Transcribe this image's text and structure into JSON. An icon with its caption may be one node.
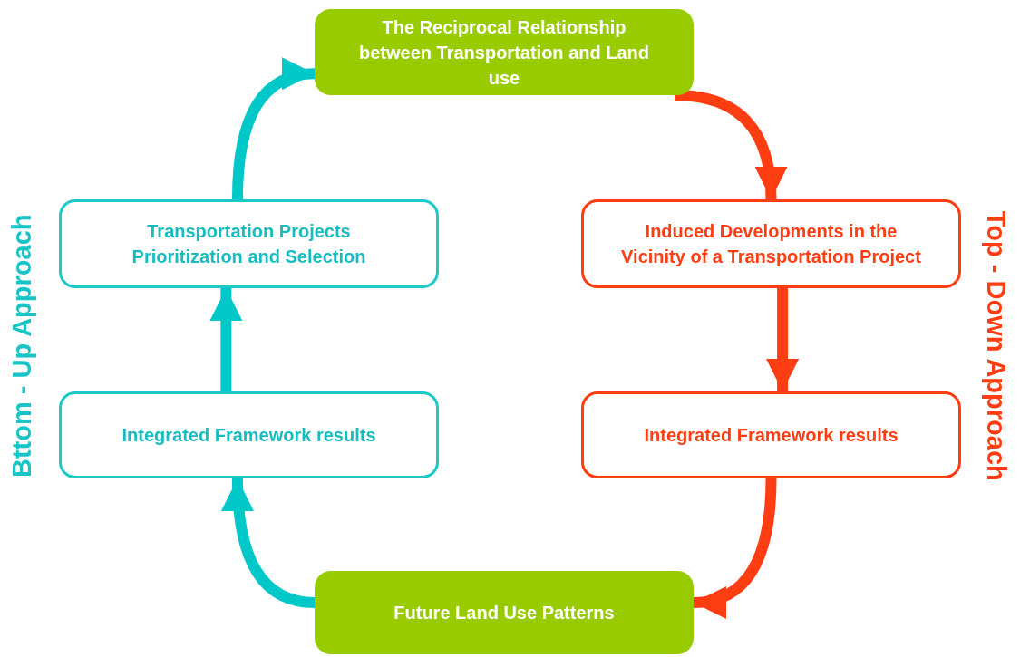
{
  "diagram": {
    "nodes": [
      {
        "text": [
          "The Reciprocal Relationship between Transportation and Land use"
        ]
      },
      {
        "text": [
          "Transportation Projects Prioritization and Selection"
        ]
      },
      {
        "text": [
          "Induced Developments in the Vicinity of a Transportation Project"
        ]
      },
      {
        "text": [
          "Integrated Framework results"
        ]
      },
      {
        "text": [
          "Integrated Framework results"
        ]
      },
      {
        "text": [
          "Future Land Use Patterns"
        ]
      }
    ],
    "edges": [
      {
        "from": 0,
        "to": 2,
        "arrow": "to",
        "color": "#ff3d12"
      },
      {
        "from": 2,
        "to": 4,
        "arrow": "to",
        "color": "#ff3d12"
      },
      {
        "from": 4,
        "to": 5,
        "arrow": "to",
        "color": "#ff3d12"
      },
      {
        "from": 5,
        "to": 3,
        "arrow": "to",
        "color": "#00c8c8"
      },
      {
        "from": 3,
        "to": 1,
        "arrow": "to",
        "color": "#00c8c8"
      },
      {
        "from": 1,
        "to": 0,
        "arrow": "to",
        "color": "#00c8c8"
      }
    ],
    "labels": [
      "Bttom - Up Approach",
      "Top - Down Approach"
    ]
  }
}
